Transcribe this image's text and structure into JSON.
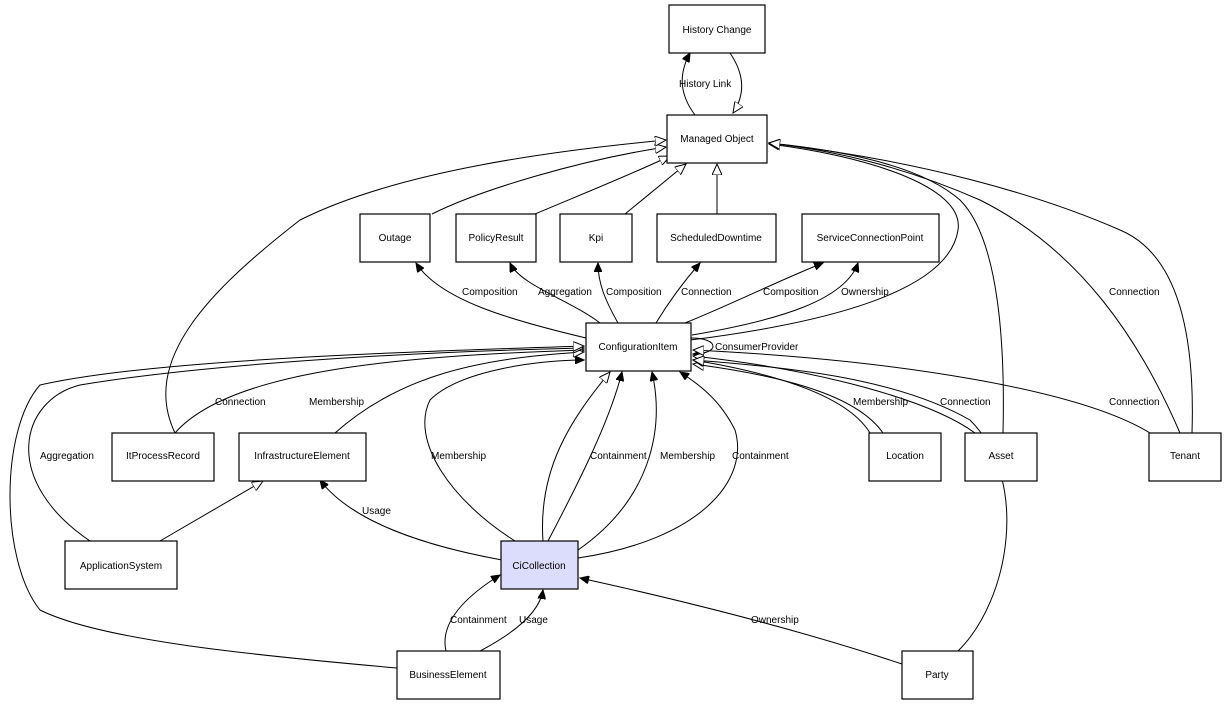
{
  "diagram": {
    "nodes": {
      "history_change": {
        "label": "History Change",
        "fill": "#ffffff"
      },
      "managed_object": {
        "label": "Managed Object",
        "fill": "#ffffff"
      },
      "outage": {
        "label": "Outage",
        "fill": "#ffffff"
      },
      "policy_result": {
        "label": "PolicyResult",
        "fill": "#ffffff"
      },
      "kpi": {
        "label": "Kpi",
        "fill": "#ffffff"
      },
      "scheduled_downtime": {
        "label": "ScheduledDowntime",
        "fill": "#ffffff"
      },
      "service_connection_point": {
        "label": "ServiceConnectionPoint",
        "fill": "#ffffff"
      },
      "configuration_item": {
        "label": "ConfigurationItem",
        "fill": "#ffffff"
      },
      "it_process_record": {
        "label": "ItProcessRecord",
        "fill": "#ffffff"
      },
      "infrastructure_element": {
        "label": "InfrastructureElement",
        "fill": "#ffffff"
      },
      "location": {
        "label": "Location",
        "fill": "#ffffff"
      },
      "asset": {
        "label": "Asset",
        "fill": "#ffffff"
      },
      "tenant": {
        "label": "Tenant",
        "fill": "#ffffff"
      },
      "application_system": {
        "label": "ApplicationSystem",
        "fill": "#ffffff"
      },
      "ci_collection": {
        "label": "CiCollection",
        "fill": "#dcdcfc"
      },
      "business_element": {
        "label": "BusinessElement",
        "fill": "#ffffff"
      },
      "party": {
        "label": "Party",
        "fill": "#ffffff"
      }
    },
    "edge_labels": {
      "history_link": "History Link",
      "ci_outage": "Composition",
      "ci_policy": "Aggregation",
      "ci_kpi": "Composition",
      "ci_sched": "Connection",
      "ci_scp_comp": "Composition",
      "ci_scp_own": "Ownership",
      "ci_self": "ConsumerProvider",
      "itpr_ci": "Connection",
      "infra_ci": "Membership",
      "app_ci": "Aggregation",
      "cic_ci_mem1": "Membership",
      "cic_ci_cont1": "Containment",
      "cic_ci_mem2": "Membership",
      "cic_ci_cont2": "Containment",
      "loc_ci": "Membership",
      "asset_ci": "Connection",
      "tenant_ci": "Connection",
      "tenant_mo": "Connection",
      "cic_infra": "Usage",
      "be_cic_cont": "Containment",
      "be_cic_usage": "Usage",
      "party_cic": "Ownership"
    }
  }
}
